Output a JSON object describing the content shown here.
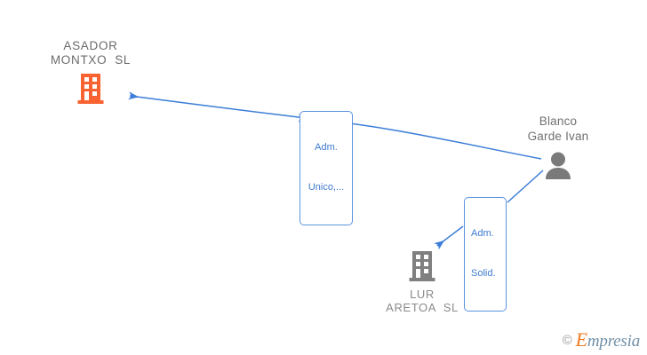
{
  "diagram": {
    "title": "Company relationship graph",
    "colors": {
      "company_main": "#f96332",
      "company_sub": "#808080",
      "person": "#7a7a7a",
      "edge": "#4285d4",
      "label_text": "#3d7ad0",
      "node_text": "#707070"
    },
    "nodes": [
      {
        "id": "asador-montxo",
        "type": "company",
        "icon": "building-icon",
        "label_line1": "ASADOR",
        "label_line2": "MONTXO  SL",
        "color": "#f96332"
      },
      {
        "id": "blanco-garde-ivan",
        "type": "person",
        "icon": "person-icon",
        "label_line1": "Blanco",
        "label_line2": "Garde Ivan",
        "color": "#7a7a7a"
      },
      {
        "id": "lur-aretoa",
        "type": "company",
        "icon": "building-icon",
        "label_line1": "LUR",
        "label_line2": "ARETOA  SL",
        "color": "#808080"
      }
    ],
    "edges": [
      {
        "id": "edge-unico",
        "from": "blanco-garde-ivan",
        "to": "asador-montxo",
        "label_line1": "Adm.",
        "label_line2": "Unico,..."
      },
      {
        "id": "edge-solid",
        "from": "blanco-garde-ivan",
        "to": "lur-aretoa",
        "label_line1": "Adm.",
        "label_line2": "Solid."
      }
    ]
  },
  "watermark": {
    "copyright": "©",
    "brand_cap": "E",
    "brand_rest": "mpresia"
  }
}
